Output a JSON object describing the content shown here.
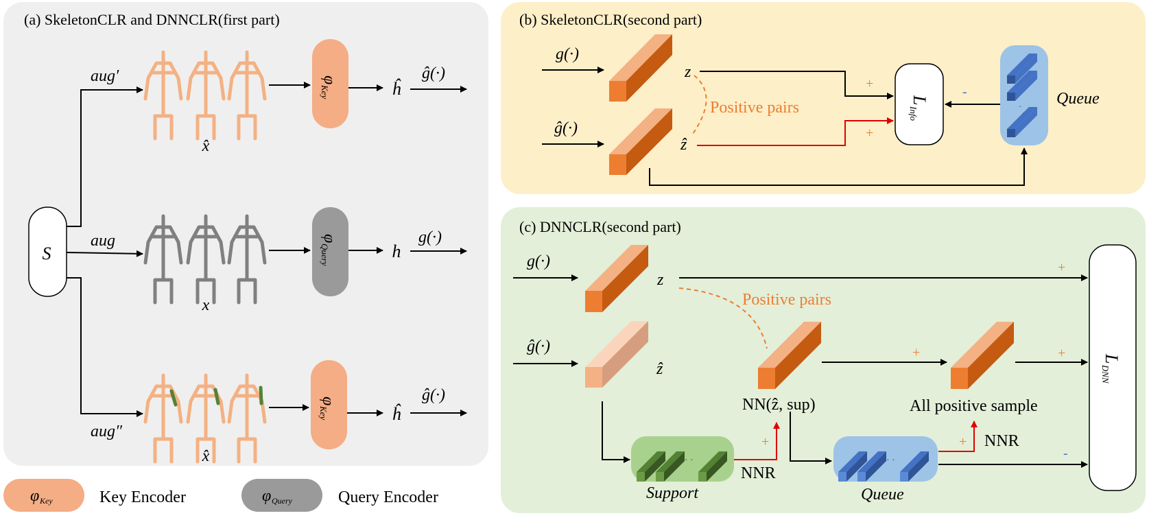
{
  "colors": {
    "panel_a_bg": "#efefef",
    "panel_b_bg": "#fdefc8",
    "panel_c_bg": "#e3efd9",
    "key_encoder": "#f4ad84",
    "query_encoder": "#9a9a9a",
    "feature_orange": "#ed7d31",
    "feature_light": "#f4b183",
    "queue_blue": "#4472c4",
    "queue_bg": "#9dc3e6",
    "support_green": "#548235",
    "support_bg": "#a9d18e",
    "positive_text": "#ed7d31",
    "arrow_red": "#e00000"
  },
  "panel_a": {
    "title": "(a)  SkeletonCLR and DNNCLR(first part)",
    "input_label": "S",
    "aug_top": "aug′",
    "aug_mid": "aug",
    "aug_bot": "aug″",
    "key_encoder_label": "φ",
    "key_encoder_sub": "Key",
    "query_encoder_label": "φ",
    "query_encoder_sub": "Query",
    "x_hat": "x̂",
    "x": "x",
    "h_hat": "ĥ",
    "h": "h",
    "g_hat_fn": "ĝ(·)",
    "g_fn": "g(·)"
  },
  "legend": {
    "key_symbol": "φ",
    "key_sub": "Key",
    "key_text": "Key Encoder",
    "query_symbol": "φ",
    "query_sub": "Query",
    "query_text": "Query Encoder"
  },
  "panel_b": {
    "title": "(b)  SkeletonCLR(second part)",
    "g_fn": "g(·)",
    "g_hat_fn": "ĝ(·)",
    "z": "z",
    "z_hat": "ẑ",
    "positive_pairs": "Positive pairs",
    "loss": "L",
    "loss_sub": "Info",
    "plus": "+",
    "minus": "-",
    "queue": "Queue"
  },
  "panel_c": {
    "title": "(c)  DNNCLR(second part)",
    "g_fn": "g(·)",
    "g_hat_fn": "ĝ(·)",
    "z": "z",
    "z_hat": "ẑ",
    "positive_pairs": "Positive pairs",
    "nn_label": "NN(ẑ, sup)",
    "all_positive": "All positive sample",
    "support": "Support",
    "queue": "Queue",
    "nnr": "NNR",
    "loss": "L",
    "loss_sub": "DNN",
    "plus": "+",
    "minus": "-"
  }
}
